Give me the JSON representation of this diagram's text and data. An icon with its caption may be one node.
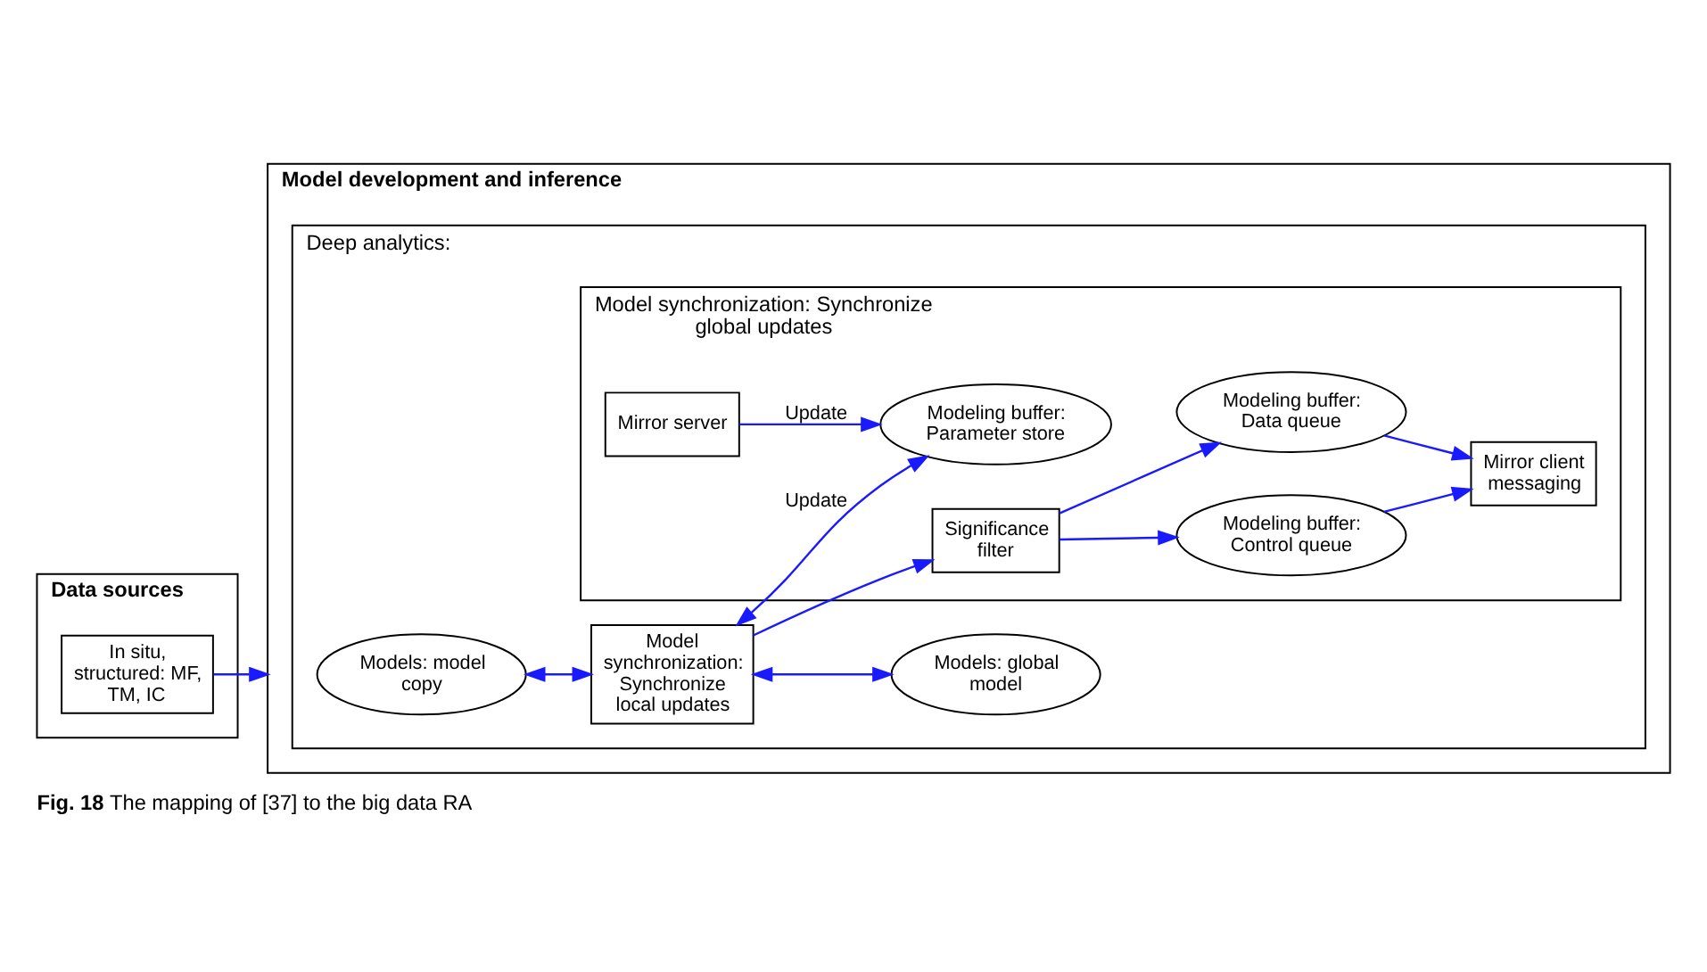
{
  "diagram": {
    "caption": "**Fig. 18** The mapping of [37] to the big data RA",
    "nodes": [
      {
        "text": [
          "Data sources"
        ]
      },
      {
        "text": [
          "In situ, structured: MF, TM, IC"
        ],
        "in": 0
      },
      {
        "text": [
          "Model development and inference"
        ]
      },
      {
        "text": [
          "Deep analytics:"
        ],
        "in": 2
      },
      {
        "text": [
          "Models: model copy"
        ],
        "in": 3
      },
      {
        "text": [
          "Model synchronization: Synchronize local updates"
        ],
        "in": 3
      },
      {
        "text": [
          "Models: global model"
        ],
        "in": 3
      },
      {
        "text": [
          "Model synchronization: Synchronize global updates"
        ],
        "in": 3
      },
      {
        "text": [
          "Modeling buffer: Parameter store"
        ],
        "in": 7
      },
      {
        "text": [
          "Mirror server"
        ],
        "in": 7
      },
      {
        "text": [
          "Significance filter"
        ],
        "in": 7
      },
      {
        "text": [
          "Modeling buffer: Control queue"
        ],
        "in": 7
      },
      {
        "text": [
          "Modeling buffer: Data queue"
        ],
        "in": 7
      },
      {
        "text": [
          "Mirror client messaging"
        ],
        "in": 7
      }
    ],
    "edges": [
      {
        "from": 1,
        "to": 2,
        "arrow": "to"
      },
      {
        "from": 4,
        "to": 5,
        "arrow": "both"
      },
      {
        "from": 5,
        "to": 8,
        "arrow": "both",
        "label": "Update"
      },
      {
        "from": 9,
        "to": 8,
        "arrow": "to",
        "label": "Update"
      },
      {
        "from": 5,
        "to": 6,
        "arrow": "both"
      },
      {
        "from": 5,
        "to": 10,
        "arrow": "to"
      },
      {
        "from": 10,
        "to": 11,
        "arrow": "to"
      },
      {
        "from": 10,
        "to": 12,
        "arrow": "to"
      },
      {
        "from": 11,
        "to": 13,
        "arrow": "to"
      },
      {
        "from": 12,
        "to": 13,
        "arrow": "to"
      }
    ]
  }
}
